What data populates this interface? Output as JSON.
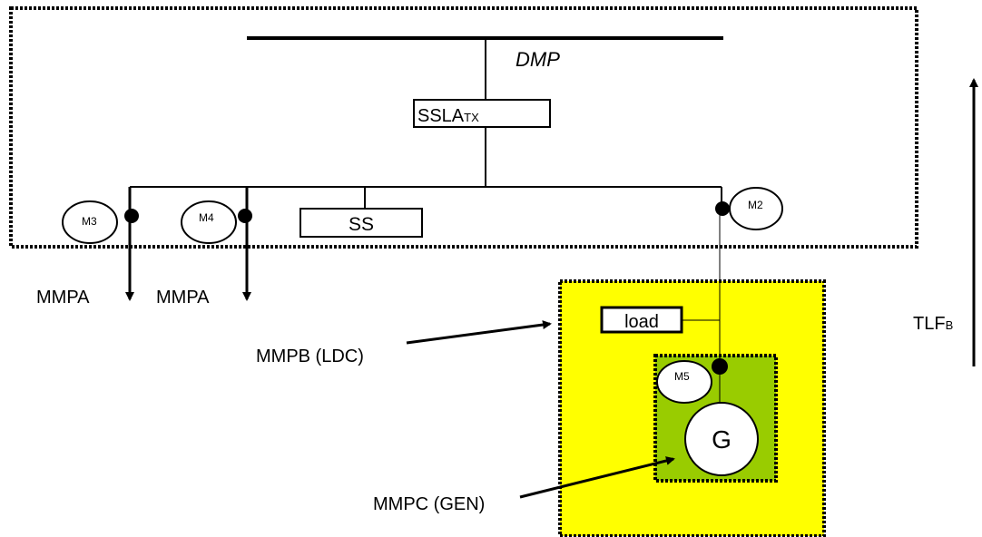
{
  "labels": {
    "dmp": "DMP",
    "sslatx_main": "SSLA",
    "sslatx_sub": "TX",
    "ss": "SS",
    "m2": "M2",
    "m3": "M3",
    "m4": "M4",
    "m5": "M5",
    "mmpa_1": "MMPA",
    "mmpa_2": "MMPA",
    "load": "load",
    "mmpb": "MMPB (LDC)",
    "mmpc": "MMPC (GEN)",
    "g": "G",
    "tlf_main": "TLF",
    "tlf_sub": "B"
  },
  "colors": {
    "mmpb_fill": "#ffff00",
    "mmpc_fill": "#99cc00",
    "line": "#000000",
    "background": "#ffffff"
  }
}
